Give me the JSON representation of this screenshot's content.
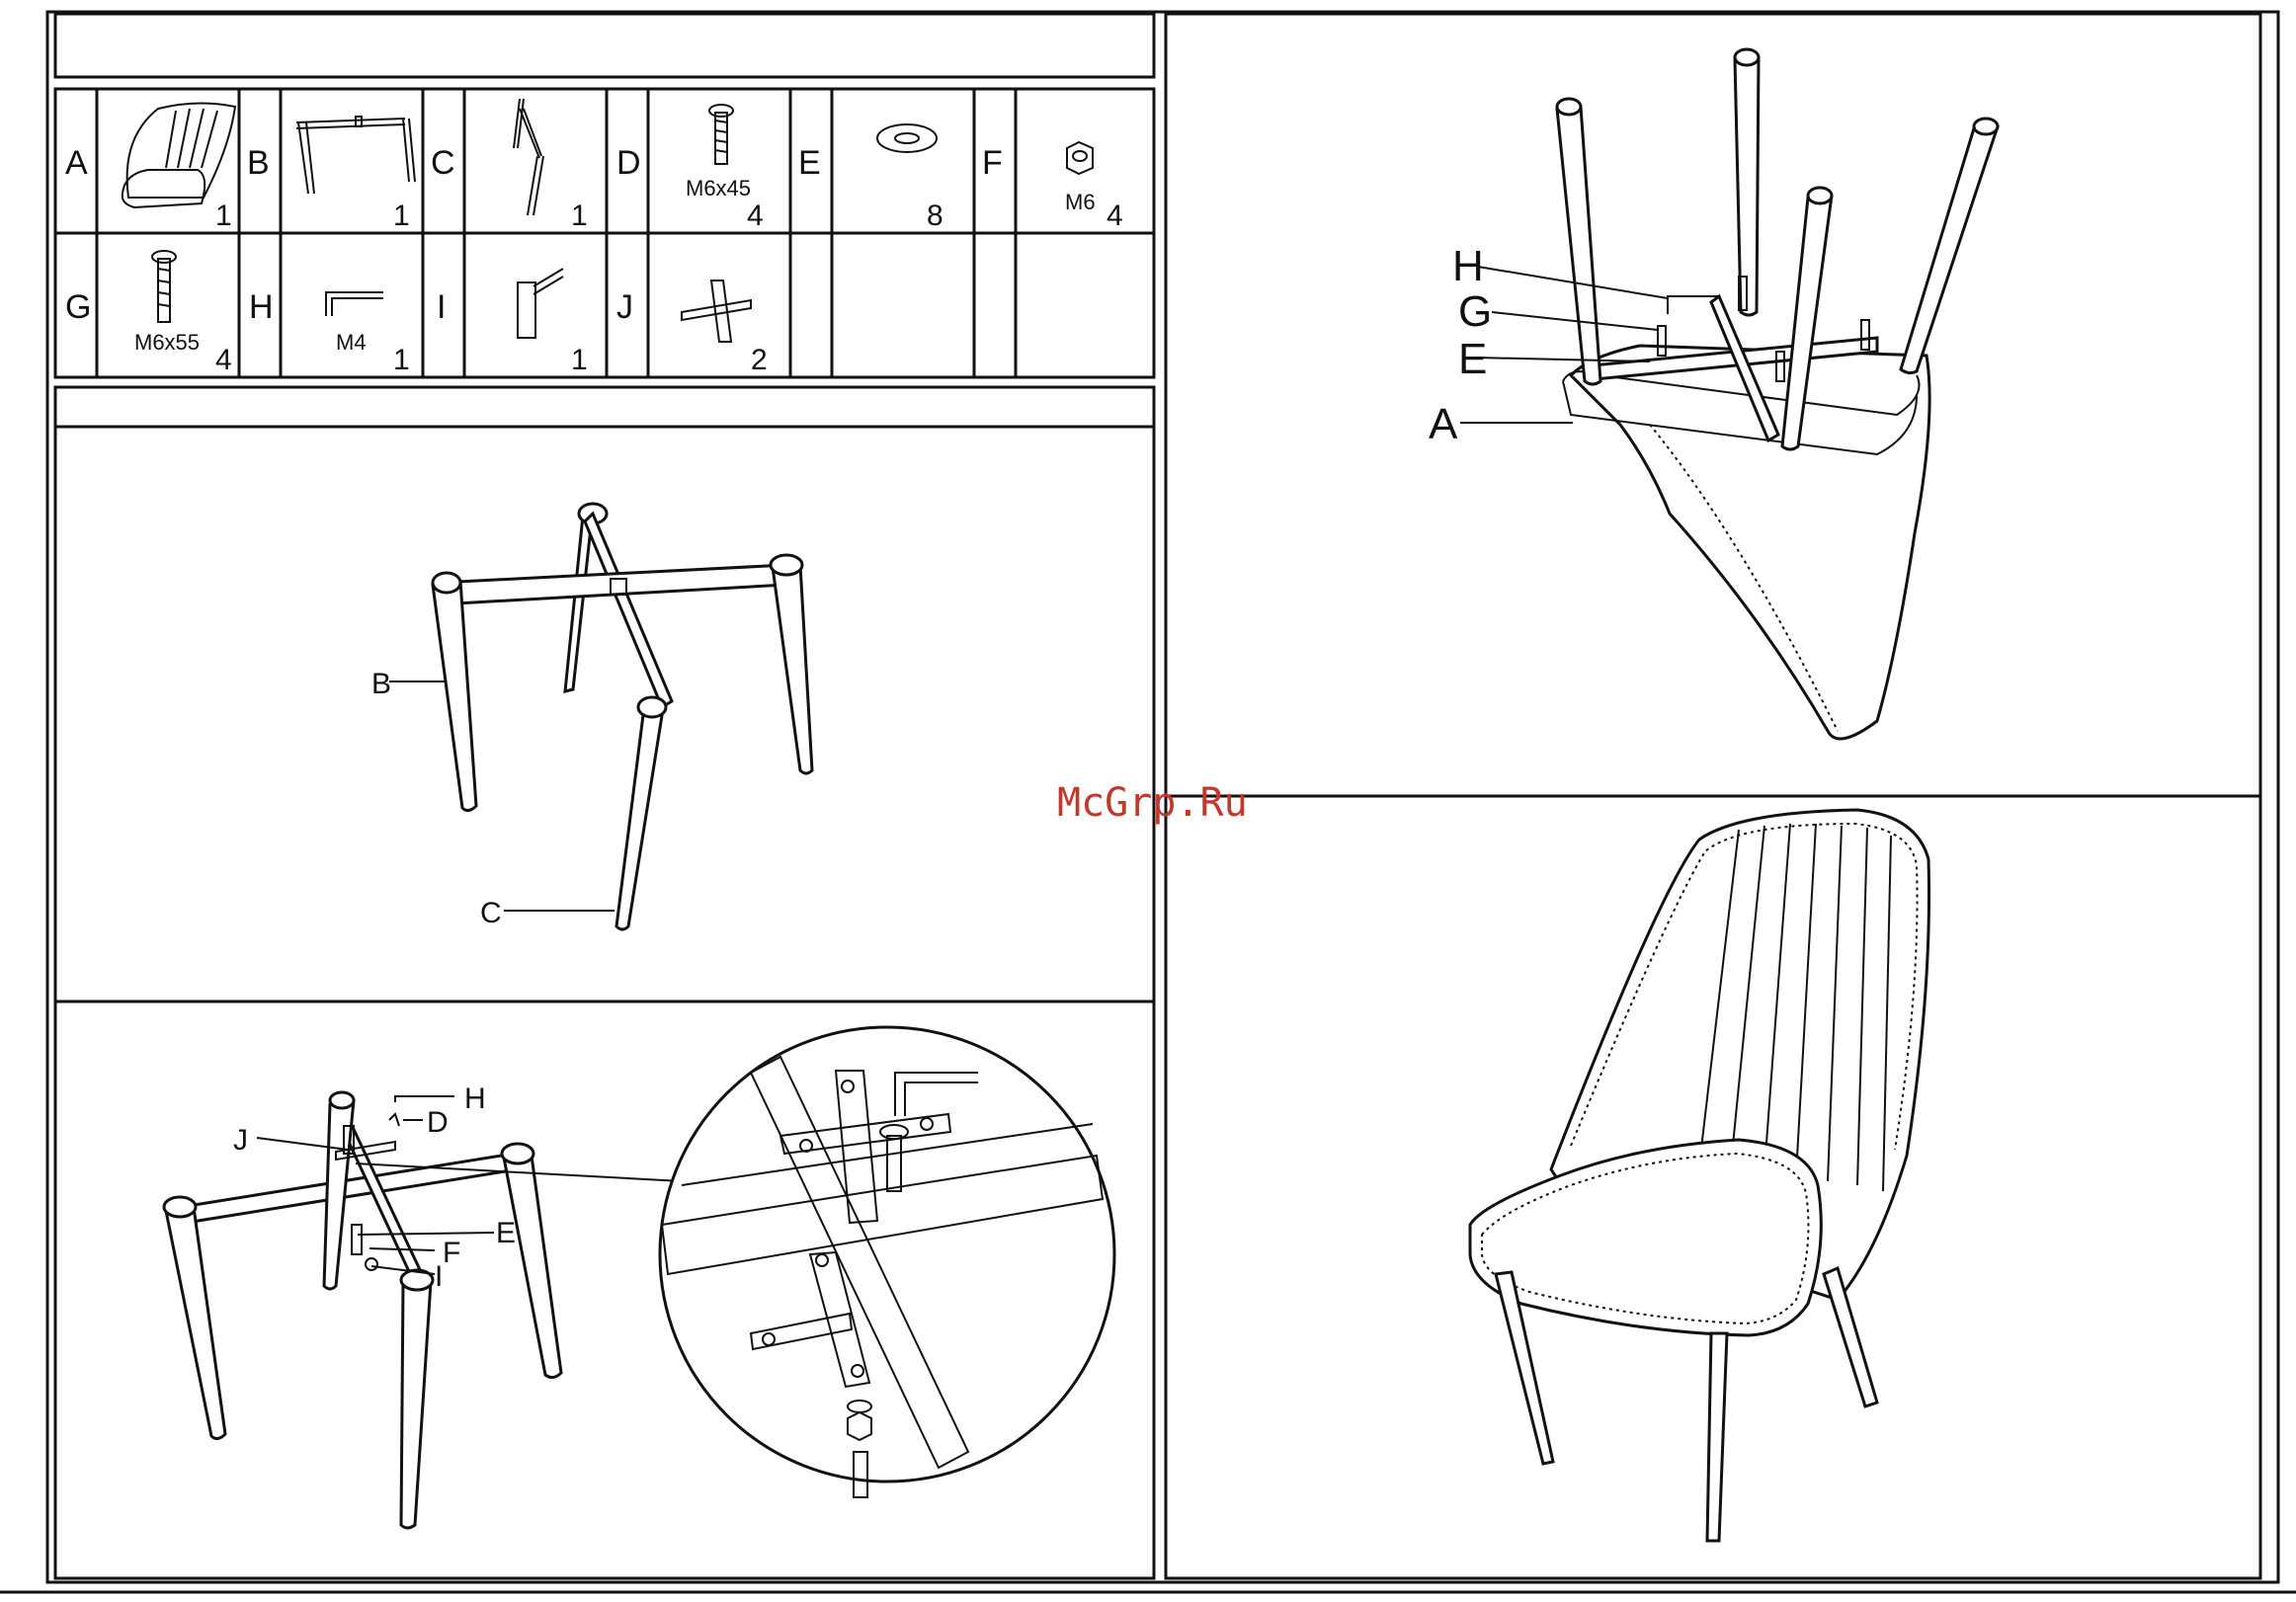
{
  "parts": [
    {
      "letter": "A",
      "qty": "1",
      "spec": "",
      "icon": "seat-icon"
    },
    {
      "letter": "B",
      "qty": "1",
      "spec": "",
      "icon": "front-frame-icon"
    },
    {
      "letter": "C",
      "qty": "1",
      "spec": "",
      "icon": "leg-pair-icon"
    },
    {
      "letter": "D",
      "qty": "4",
      "spec": "M6x45",
      "icon": "bolt-icon"
    },
    {
      "letter": "E",
      "qty": "8",
      "spec": "",
      "icon": "washer-icon"
    },
    {
      "letter": "F",
      "qty": "4",
      "spec": "M6",
      "icon": "nut-icon"
    },
    {
      "letter": "G",
      "qty": "4",
      "spec": "M6x55",
      "icon": "bolt-long-icon"
    },
    {
      "letter": "H",
      "qty": "1",
      "spec": "M4",
      "icon": "allen-key-icon"
    },
    {
      "letter": "I",
      "qty": "1",
      "spec": "",
      "icon": "barrel-nut-icon"
    },
    {
      "letter": "J",
      "qty": "2",
      "spec": "",
      "icon": "cross-bracket-icon"
    }
  ],
  "step1": {
    "label_b": "B",
    "label_c": "C"
  },
  "step2": {
    "label_j": "J",
    "label_d": "D",
    "label_h": "H",
    "label_e": "E",
    "label_f": "F",
    "label_i": "I"
  },
  "step3": {
    "label_h": "H",
    "label_g": "G",
    "label_e": "E",
    "label_a": "A"
  },
  "watermark": "McGrp.Ru"
}
